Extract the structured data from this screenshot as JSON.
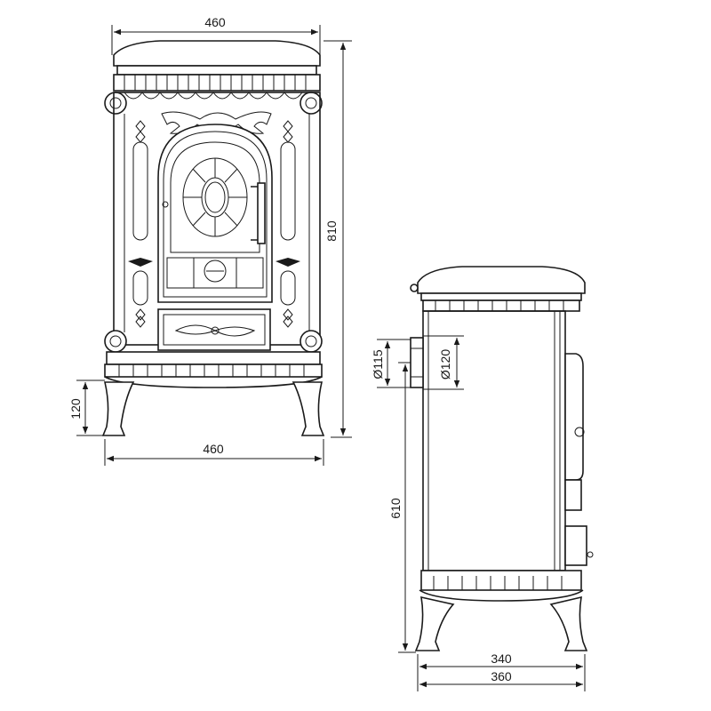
{
  "front_view": {
    "top_width": "460",
    "base_width": "460",
    "overall_height": "810",
    "leg_height": "120"
  },
  "side_view": {
    "flue_outer_diameter": "Ø115",
    "flue_inner_diameter": "Ø120",
    "flue_height": "610",
    "body_depth": "340",
    "overall_depth": "360"
  },
  "colors": {
    "line": "#1a1a1a",
    "background": "#ffffff"
  }
}
